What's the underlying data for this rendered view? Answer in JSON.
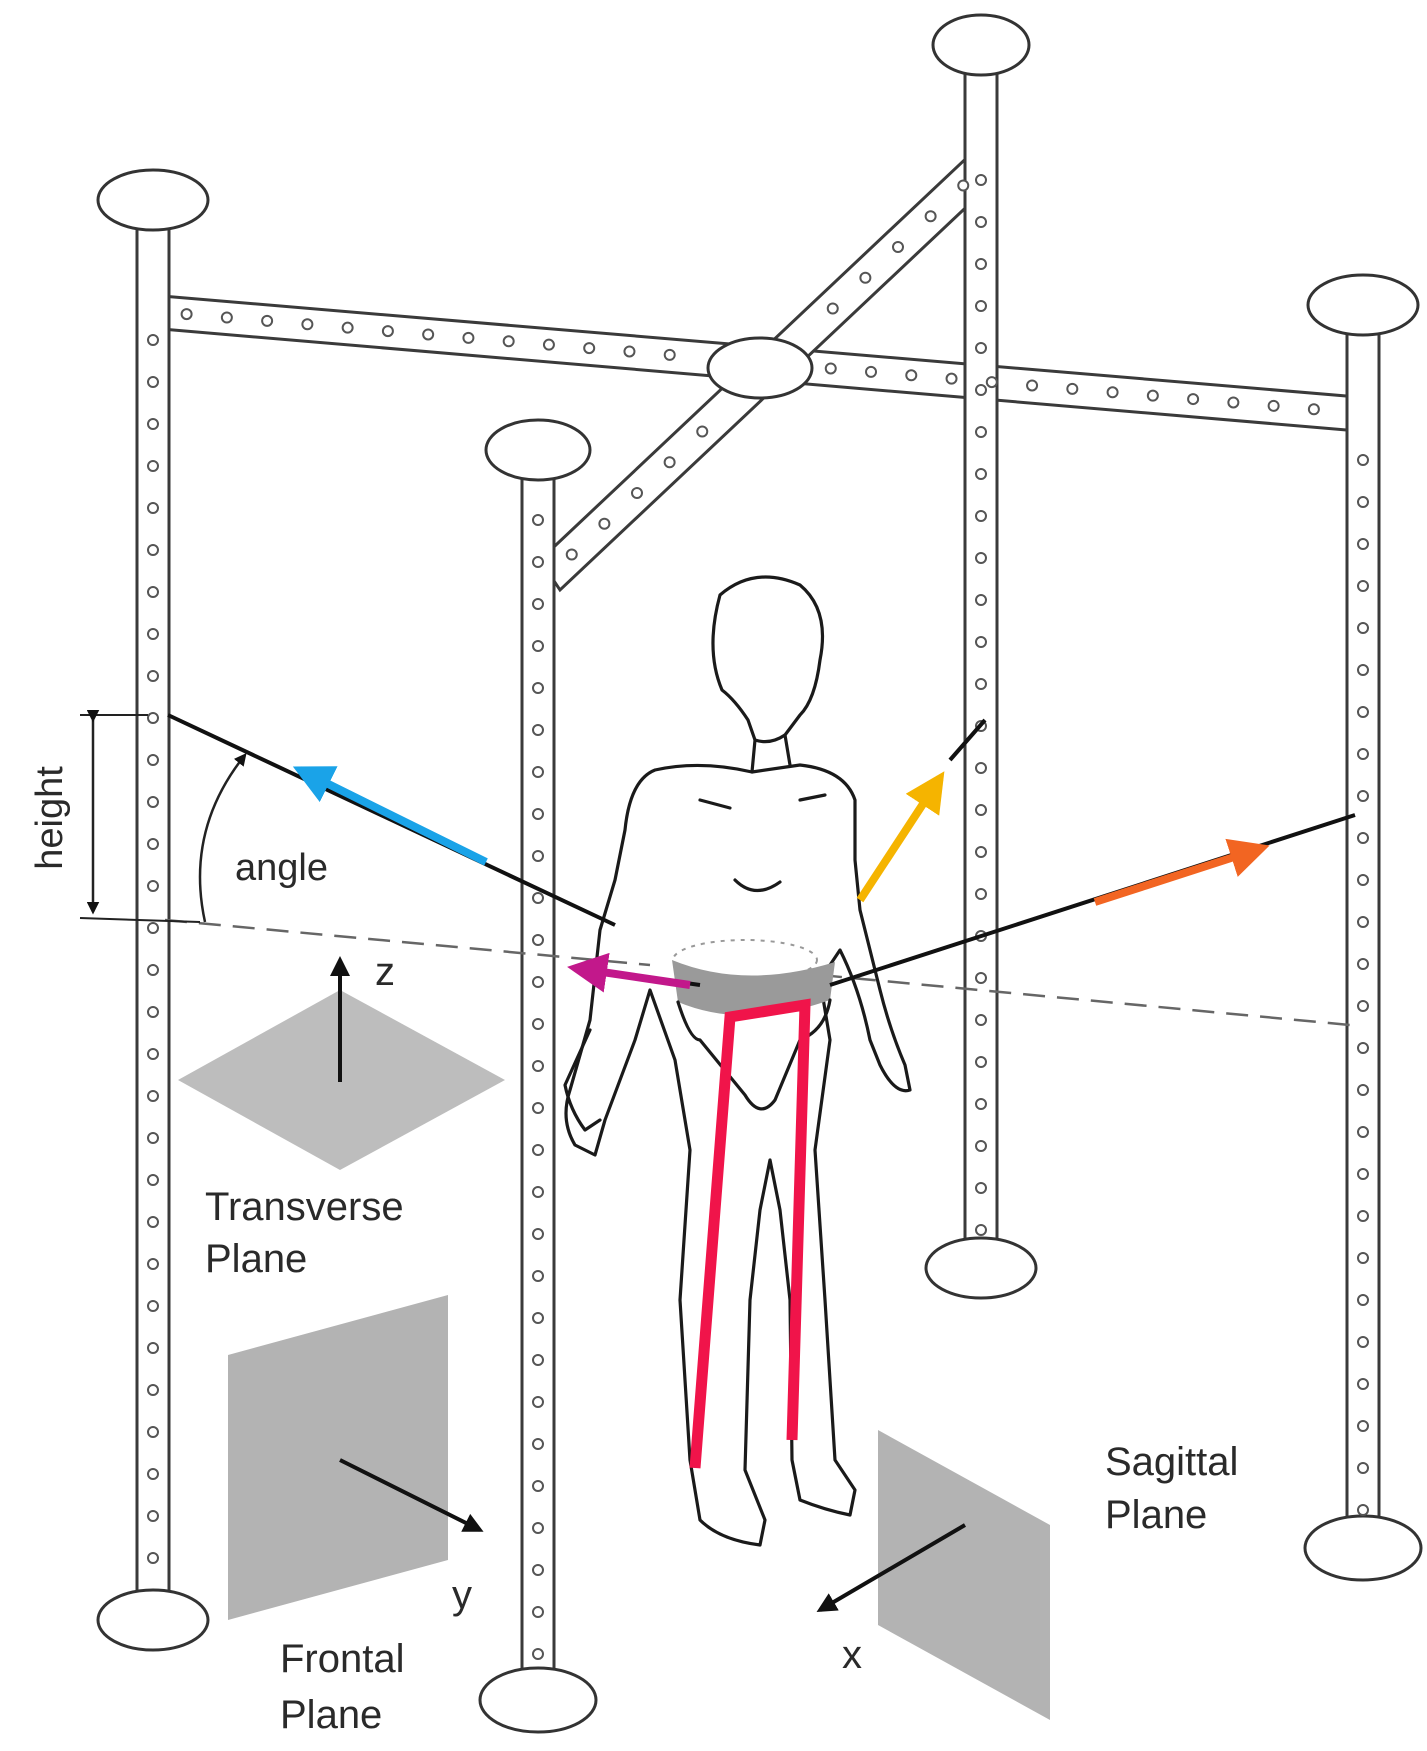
{
  "labels": {
    "height": "height",
    "angle": "angle",
    "z": "z",
    "y": "y",
    "x": "x",
    "transverse_1": "Transverse",
    "transverse_2": "Plane",
    "frontal_1": "Frontal",
    "frontal_2": "Plane",
    "sagittal_1": "Sagittal",
    "sagittal_2": "Plane"
  },
  "colors": {
    "cable_arrow_left": "#1aa3e8",
    "cable_arrow_left_hip": "#c2188b",
    "cable_arrow_right_shoulder": "#f5b400",
    "cable_arrow_right_hip": "#f26522",
    "leg_marker": "#f0144a",
    "pelvic_belt": "#9a9a9a",
    "plane_fill": "#bdbdbd"
  }
}
